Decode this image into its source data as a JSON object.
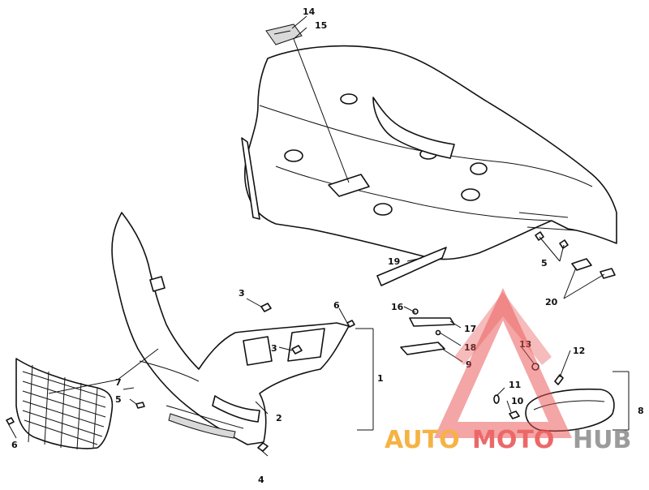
{
  "diagram": {
    "callouts": [
      {
        "id": "c14",
        "text": "14"
      },
      {
        "id": "c15",
        "text": "15"
      },
      {
        "id": "c19",
        "text": "19"
      },
      {
        "id": "c5a",
        "text": "5"
      },
      {
        "id": "c20",
        "text": "20"
      },
      {
        "id": "c16",
        "text": "16"
      },
      {
        "id": "c17",
        "text": "17"
      },
      {
        "id": "c18",
        "text": "18"
      },
      {
        "id": "c9",
        "text": "9"
      },
      {
        "id": "c13",
        "text": "13"
      },
      {
        "id": "c12",
        "text": "12"
      },
      {
        "id": "c11",
        "text": "11"
      },
      {
        "id": "c10",
        "text": "10"
      },
      {
        "id": "c8",
        "text": "8"
      },
      {
        "id": "c3a",
        "text": "3"
      },
      {
        "id": "c3b",
        "text": "3"
      },
      {
        "id": "c6a",
        "text": "6"
      },
      {
        "id": "c1",
        "text": "1"
      },
      {
        "id": "c7",
        "text": "7"
      },
      {
        "id": "c5b",
        "text": "5"
      },
      {
        "id": "c2",
        "text": "2"
      },
      {
        "id": "c6b",
        "text": "6"
      },
      {
        "id": "c4",
        "text": "4"
      }
    ]
  },
  "watermark": {
    "part1": "AUTO",
    "part2": "MOTO",
    "part3": "HUB",
    "color_orange": "#f5a623",
    "color_red": "#e94e4e",
    "color_gray": "#8a8a8a"
  }
}
